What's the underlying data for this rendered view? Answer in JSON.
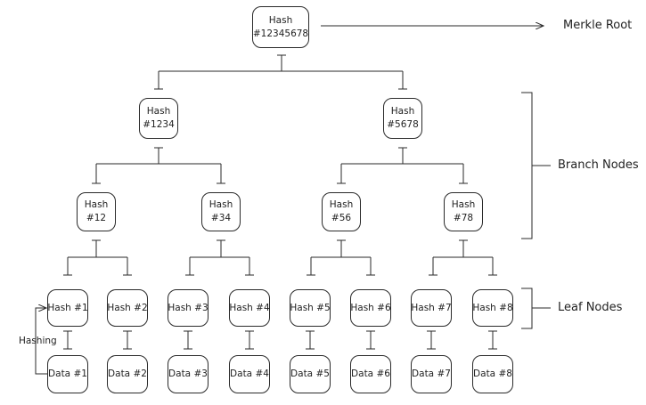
{
  "diagram": {
    "root": {
      "line1": "Hash",
      "line2": "#12345678"
    },
    "branch_level_1": [
      {
        "line1": "Hash",
        "line2": "#1234"
      },
      {
        "line1": "Hash",
        "line2": "#5678"
      }
    ],
    "branch_level_2": [
      {
        "line1": "Hash",
        "line2": "#12"
      },
      {
        "line1": "Hash",
        "line2": "#34"
      },
      {
        "line1": "Hash",
        "line2": "#56"
      },
      {
        "line1": "Hash",
        "line2": "#78"
      }
    ],
    "leaf_hashes": [
      "Hash #1",
      "Hash #2",
      "Hash #3",
      "Hash #4",
      "Hash #5",
      "Hash #6",
      "Hash #7",
      "Hash #8"
    ],
    "data_blocks": [
      "Data #1",
      "Data #2",
      "Data #3",
      "Data #4",
      "Data #5",
      "Data #6",
      "Data #7",
      "Data #8"
    ],
    "labels": {
      "merkle_root": "Merkle Root",
      "branch_nodes": "Branch Nodes",
      "leaf_nodes": "Leaf Nodes",
      "hashing": "Hashing"
    }
  }
}
